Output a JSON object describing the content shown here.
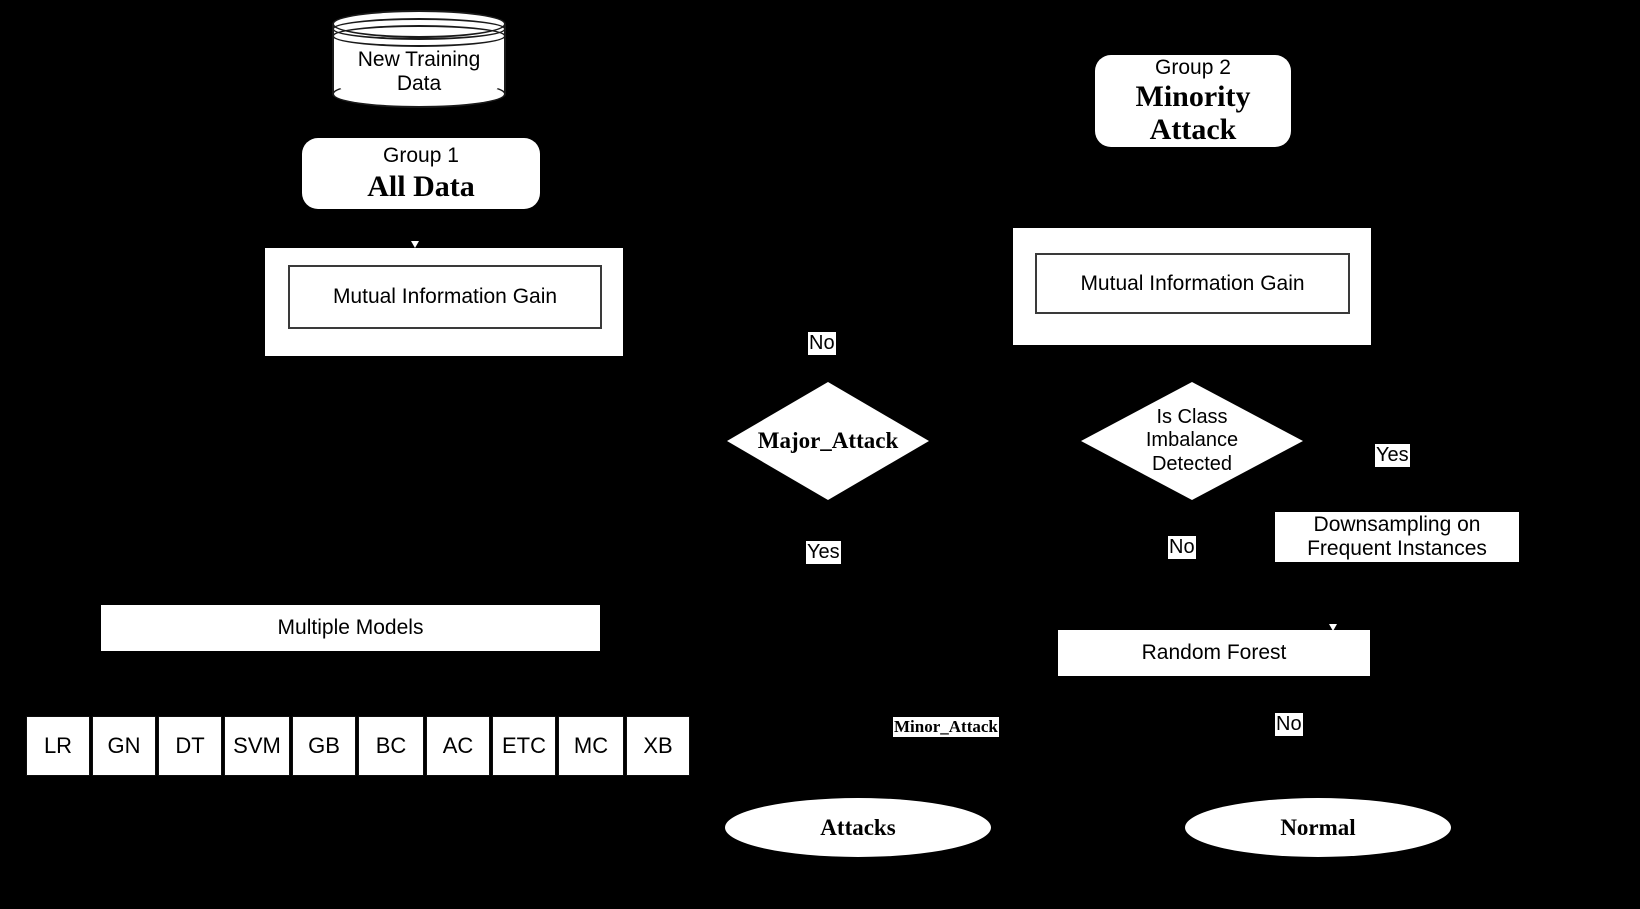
{
  "diagram": {
    "title": "Intrusion Detection Model Training Flowchart",
    "background_color": "#000000",
    "node_fill_color": "#ffffff",
    "text_color": "#000000"
  },
  "nodes": {
    "database": {
      "label_line1": "New Training",
      "label_line2": "Data",
      "shape": "cylinder"
    },
    "group1": {
      "sub_label": "Group 1",
      "main_label": "All Data",
      "shape": "rounded-rectangle"
    },
    "group2": {
      "sub_label": "Group 2",
      "main_label_line1": "Minority",
      "main_label_line2": "Attack",
      "shape": "rounded-rectangle"
    },
    "mig_left": {
      "label": "Mutual Information Gain",
      "shape": "double-rectangle"
    },
    "mig_right": {
      "label": "Mutual Information Gain",
      "shape": "double-rectangle"
    },
    "major_attack": {
      "label": "Major_Attack",
      "shape": "diamond"
    },
    "class_imbalance": {
      "label_line1": "Is Class",
      "label_line2": "Imbalance",
      "label_line3": "Detected",
      "shape": "diamond"
    },
    "downsampling": {
      "label_line1": "Downsampling on",
      "label_line2": "Frequent Instances",
      "shape": "rectangle"
    },
    "multiple_models": {
      "label": "Multiple Models",
      "shape": "rectangle"
    },
    "random_forest": {
      "label": "Random Forest",
      "shape": "rectangle"
    },
    "attacks_outcome": {
      "label": "Attacks",
      "shape": "ellipse"
    },
    "normal_outcome": {
      "label": "Normal",
      "shape": "ellipse"
    }
  },
  "model_strip": {
    "cells": [
      {
        "label": "LR"
      },
      {
        "label": "GN"
      },
      {
        "label": "DT"
      },
      {
        "label": "SVM"
      },
      {
        "label": "GB"
      },
      {
        "label": "BC"
      },
      {
        "label": "AC"
      },
      {
        "label": "ETC"
      },
      {
        "label": "MC"
      },
      {
        "label": "XB"
      }
    ]
  },
  "edge_labels": {
    "no_top_center": "No",
    "yes_right_upper": "Yes",
    "yes_center": "Yes",
    "no_right_mid": "No",
    "minor_attack": "Minor_Attack",
    "no_bottom_right": "No"
  }
}
